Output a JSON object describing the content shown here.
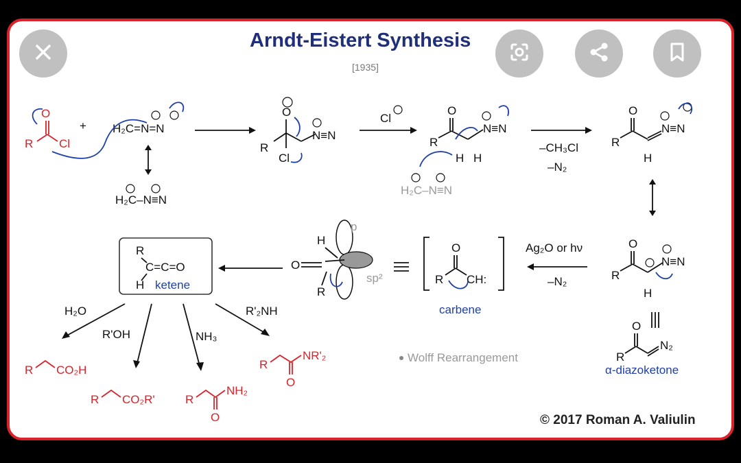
{
  "header": {
    "title": "Arndt-Eistert Synthesis",
    "year": "[1935]"
  },
  "overlay_buttons": [
    {
      "name": "close",
      "icon": "close-icon"
    },
    {
      "name": "lens",
      "icon": "lens-search-icon"
    },
    {
      "name": "share",
      "icon": "share-icon"
    },
    {
      "name": "bookmark",
      "icon": "bookmark-icon"
    }
  ],
  "labels": {
    "acid_chloride_o": "O",
    "acid_chloride_r": "R",
    "acid_chloride_cl": "Cl",
    "plus": "+",
    "diazomethane": "H₂C=N=N",
    "diazomethane_res": "H₂C–N≡N",
    "cl_ion": "Cl",
    "minus_ch3cl": "–CH₃Cl",
    "minus_n2": "–N₂",
    "ag2o_hv": "Ag₂O or hν",
    "minus_n2_b": "–N₂",
    "carbene": "carbene",
    "ketene": "ketene",
    "ketene_formula": "C=C=O",
    "orbital_p": "p",
    "orbital_sp2": "sp²",
    "h2o": "H₂O",
    "roh": "R'OH",
    "nh3": "NH₃",
    "r2nh": "R'₂NH",
    "acid": "CO₂H",
    "ester": "CO₂R'",
    "amide": "NH₂",
    "amide2": "NR'₂",
    "wolff": "Wolff Rearrangement",
    "diazoketone": "α-diazoketone",
    "n2": "N₂",
    "copyright": "© 2017 Roman A. Valiulin"
  },
  "colors": {
    "border": "#d8232a",
    "title": "#1f2f7a",
    "arrows_curly": "#1f3fa8",
    "product": "#d8232a"
  }
}
